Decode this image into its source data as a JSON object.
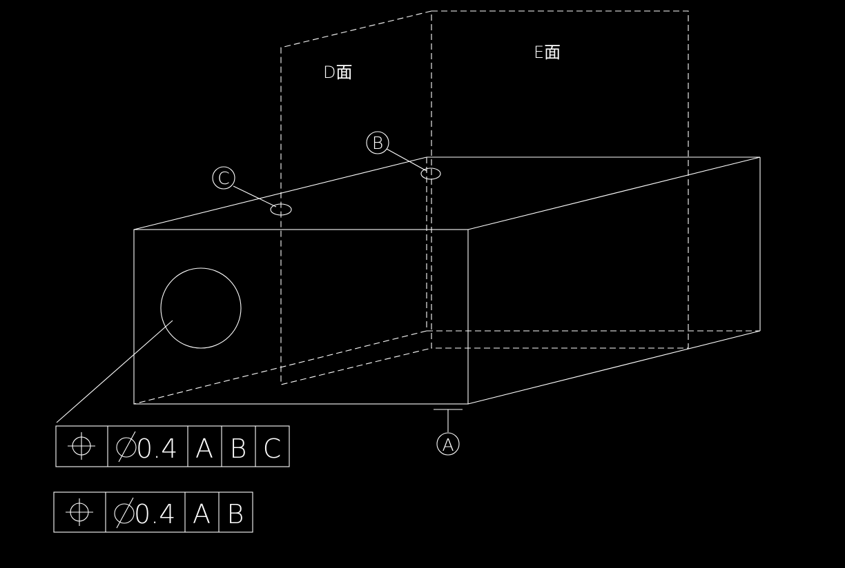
{
  "colors": {
    "background": "#000000",
    "line": "#ffffff"
  },
  "planes": {
    "d_label": "D面",
    "e_label": "E面"
  },
  "datums": {
    "a": "A",
    "b": "B",
    "c": "C"
  },
  "fcf_1": {
    "symbol_icon": "position-icon",
    "tolerance": "0.4",
    "diameter_symbol": "⌀",
    "datum_1": "A",
    "datum_2": "B",
    "datum_3": "C"
  },
  "fcf_2": {
    "symbol_icon": "position-icon",
    "tolerance": "0.4",
    "diameter_symbol": "⌀",
    "datum_1": "A",
    "datum_2": "B"
  }
}
